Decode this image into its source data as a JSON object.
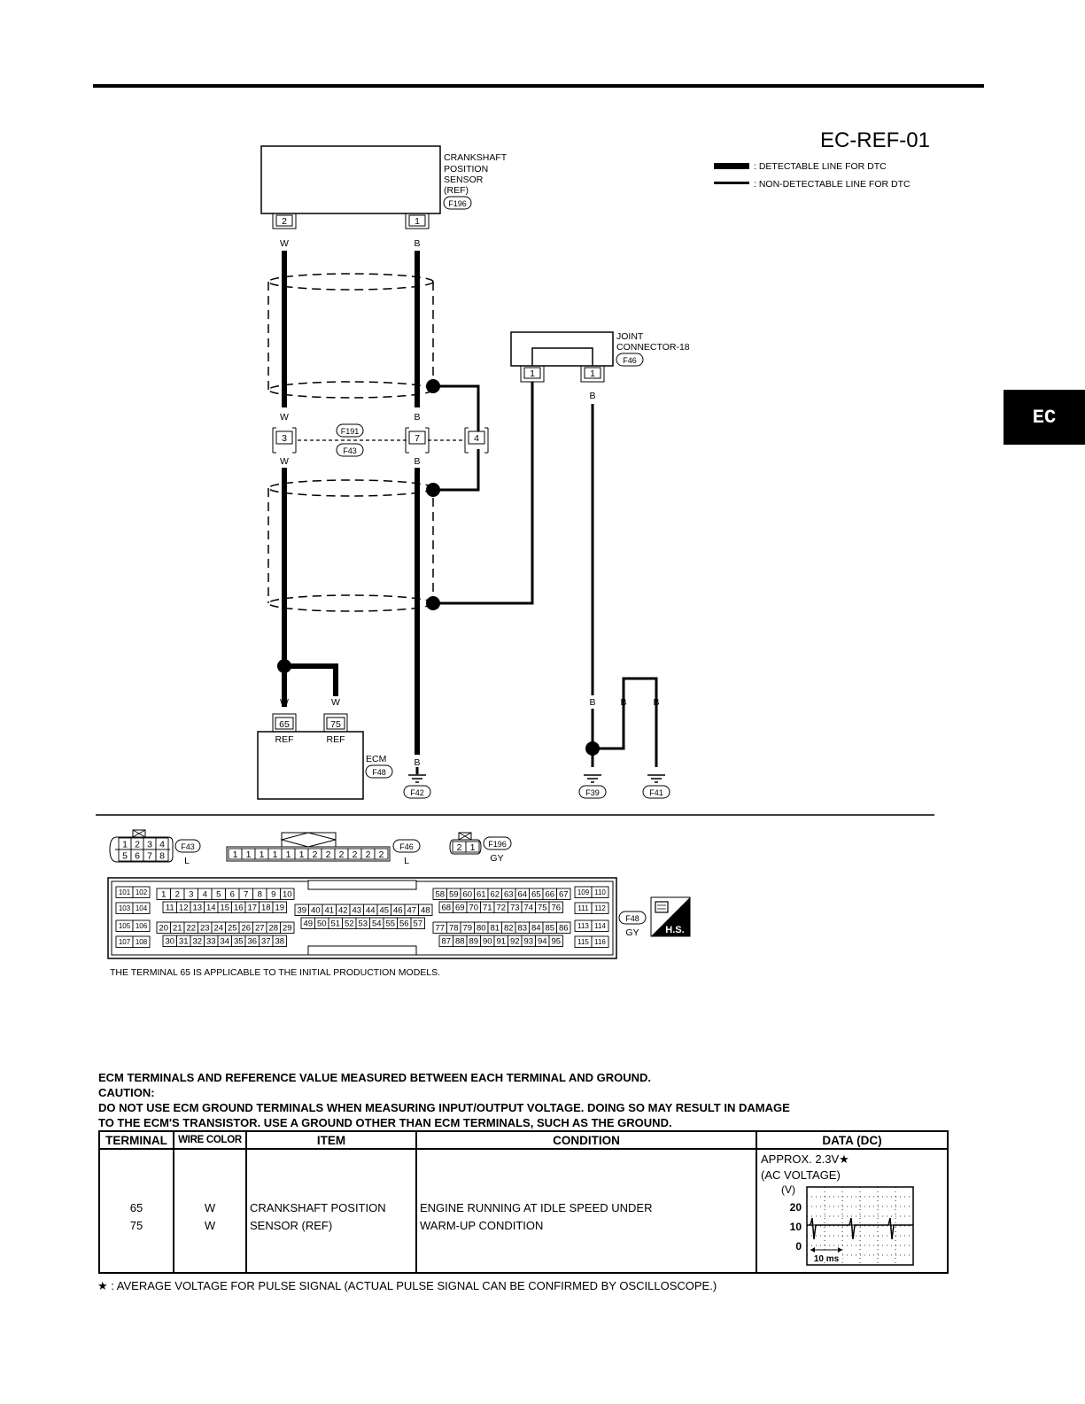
{
  "diagram_code": "EC-REF-01",
  "legend": {
    "detectable": ": DETECTABLE LINE FOR DTC",
    "non_detectable": ": NON-DETECTABLE LINE FOR DTC"
  },
  "side_tab": "EC",
  "sensor": {
    "name_lines": [
      "CRANKSHAFT",
      "POSITION",
      "SENSOR",
      "(REF)"
    ],
    "connector": "F196",
    "pins": [
      "2",
      "1"
    ]
  },
  "joint": {
    "name_lines": [
      "JOINT",
      "CONNECTOR-18"
    ],
    "connector": "F46",
    "pins": [
      "1",
      "1"
    ]
  },
  "inline_connector": {
    "top": "F191",
    "bottom": "F43",
    "pins": [
      "3",
      "7",
      "4"
    ]
  },
  "ecm": {
    "name": "ECM",
    "connector": "F48",
    "pins": [
      "65",
      "75"
    ],
    "pin_labels": [
      "REF",
      "REF"
    ]
  },
  "wire_colors": {
    "w": "W",
    "b": "B"
  },
  "grounds": [
    "F42",
    "F39",
    "F41"
  ],
  "connector_views": {
    "f43": {
      "code": "F43",
      "color": "L",
      "top": [
        "1",
        "2",
        "3",
        "4"
      ],
      "bottom": [
        "5",
        "6",
        "7",
        "8"
      ]
    },
    "f46": {
      "code": "F46",
      "color": "L",
      "pins": [
        "1",
        "1",
        "1",
        "1",
        "1",
        "1",
        "2",
        "2",
        "2",
        "2",
        "2",
        "2"
      ]
    },
    "f196": {
      "code": "F196",
      "color": "GY",
      "pins": [
        "2",
        "1"
      ]
    },
    "f48": {
      "code": "F48",
      "color": "GY",
      "a_top": [
        "101",
        "102"
      ],
      "a_mid": [
        "103",
        "104"
      ],
      "a_low": [
        "105",
        "106"
      ],
      "a_bot": [
        "107",
        "108"
      ],
      "b_row1": [
        "1",
        "2",
        "3",
        "4",
        "5",
        "6",
        "7",
        "8",
        "9",
        "10"
      ],
      "b_row2": [
        "11",
        "12",
        "13",
        "14",
        "15",
        "16",
        "17",
        "18",
        "19"
      ],
      "b_row3": [
        "20",
        "21",
        "22",
        "23",
        "24",
        "25",
        "26",
        "27",
        "28",
        "29"
      ],
      "b_row4": [
        "30",
        "31",
        "32",
        "33",
        "34",
        "35",
        "36",
        "37",
        "38"
      ],
      "c_row1": [
        "39",
        "40",
        "41",
        "42",
        "43",
        "44",
        "45",
        "46",
        "47",
        "48"
      ],
      "c_row2": [
        "49",
        "50",
        "51",
        "52",
        "53",
        "54",
        "55",
        "56",
        "57"
      ],
      "d_row1": [
        "58",
        "59",
        "60",
        "61",
        "62",
        "63",
        "64",
        "65",
        "66",
        "67"
      ],
      "d_row2": [
        "68",
        "69",
        "70",
        "71",
        "72",
        "73",
        "74",
        "75",
        "76"
      ],
      "d_row3": [
        "77",
        "78",
        "79",
        "80",
        "81",
        "82",
        "83",
        "84",
        "85",
        "86"
      ],
      "d_row4": [
        "87",
        "88",
        "89",
        "90",
        "91",
        "92",
        "93",
        "94",
        "95"
      ],
      "e_top": [
        "109",
        "110"
      ],
      "e_mid": [
        "111",
        "112"
      ],
      "e_low": [
        "113",
        "114"
      ],
      "e_bot": [
        "115",
        "116"
      ]
    },
    "hs_badge": "H.S."
  },
  "terminal_note": "THE TERMINAL 65 IS APPLICABLE TO THE INITIAL PRODUCTION MODELS.",
  "reference": {
    "heading": "ECM TERMINALS AND REFERENCE VALUE MEASURED BETWEEN EACH TERMINAL AND GROUND.",
    "caution_label": "CAUTION:",
    "caution_line1": "DO NOT USE ECM GROUND TERMINALS WHEN MEASURING INPUT/OUTPUT VOLTAGE. DOING SO MAY RESULT IN DAMAGE",
    "caution_line2": "TO THE ECM'S TRANSISTOR. USE A GROUND OTHER THAN ECM TERMINALS, SUCH AS THE GROUND.",
    "columns": [
      "TERMINAL",
      "WIRE COLOR",
      "ITEM",
      "CONDITION",
      "DATA (DC)"
    ],
    "row": {
      "terminal_1": "65",
      "terminal_2": "75",
      "wire_1": "W",
      "wire_2": "W",
      "item_1": "CRANKSHAFT POSITION",
      "item_2": "SENSOR (REF)",
      "condition_1": "ENGINE RUNNING AT IDLE SPEED UNDER",
      "condition_2": "WARM-UP CONDITION",
      "data_1": "APPROX. 2.3V★",
      "data_2": "(AC VOLTAGE)",
      "scope_unit": "(V)",
      "scope_ticks": [
        "20",
        "10",
        "0"
      ],
      "scope_time": "10 ms"
    },
    "footnote": "★ : AVERAGE VOLTAGE FOR PULSE SIGNAL (ACTUAL PULSE SIGNAL CAN BE CONFIRMED BY OSCILLOSCOPE.)"
  }
}
